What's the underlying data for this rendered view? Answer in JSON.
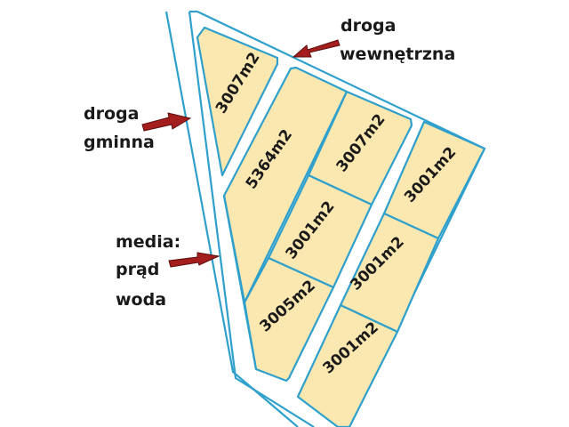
{
  "labels": {
    "droga_gminna": [
      "droga",
      "gminna"
    ],
    "droga_wewnetrzna": [
      "droga",
      "wewnętrzna"
    ],
    "media": [
      "media:",
      "prąd",
      "woda"
    ]
  },
  "plots": [
    {
      "id": "p1",
      "area": "3007m2"
    },
    {
      "id": "p2",
      "area": "5364m2"
    },
    {
      "id": "p3",
      "area": "3007m2"
    },
    {
      "id": "p4",
      "area": "3001m2"
    },
    {
      "id": "p5",
      "area": "3005m2"
    },
    {
      "id": "p6",
      "area": "3001m2"
    },
    {
      "id": "p7",
      "area": "3001m2"
    },
    {
      "id": "p8",
      "area": "3001m2"
    }
  ],
  "colors": {
    "plot_fill": "#fbe7b0",
    "boundary": "#2fa0cc",
    "arrow": "#a51e1e"
  }
}
